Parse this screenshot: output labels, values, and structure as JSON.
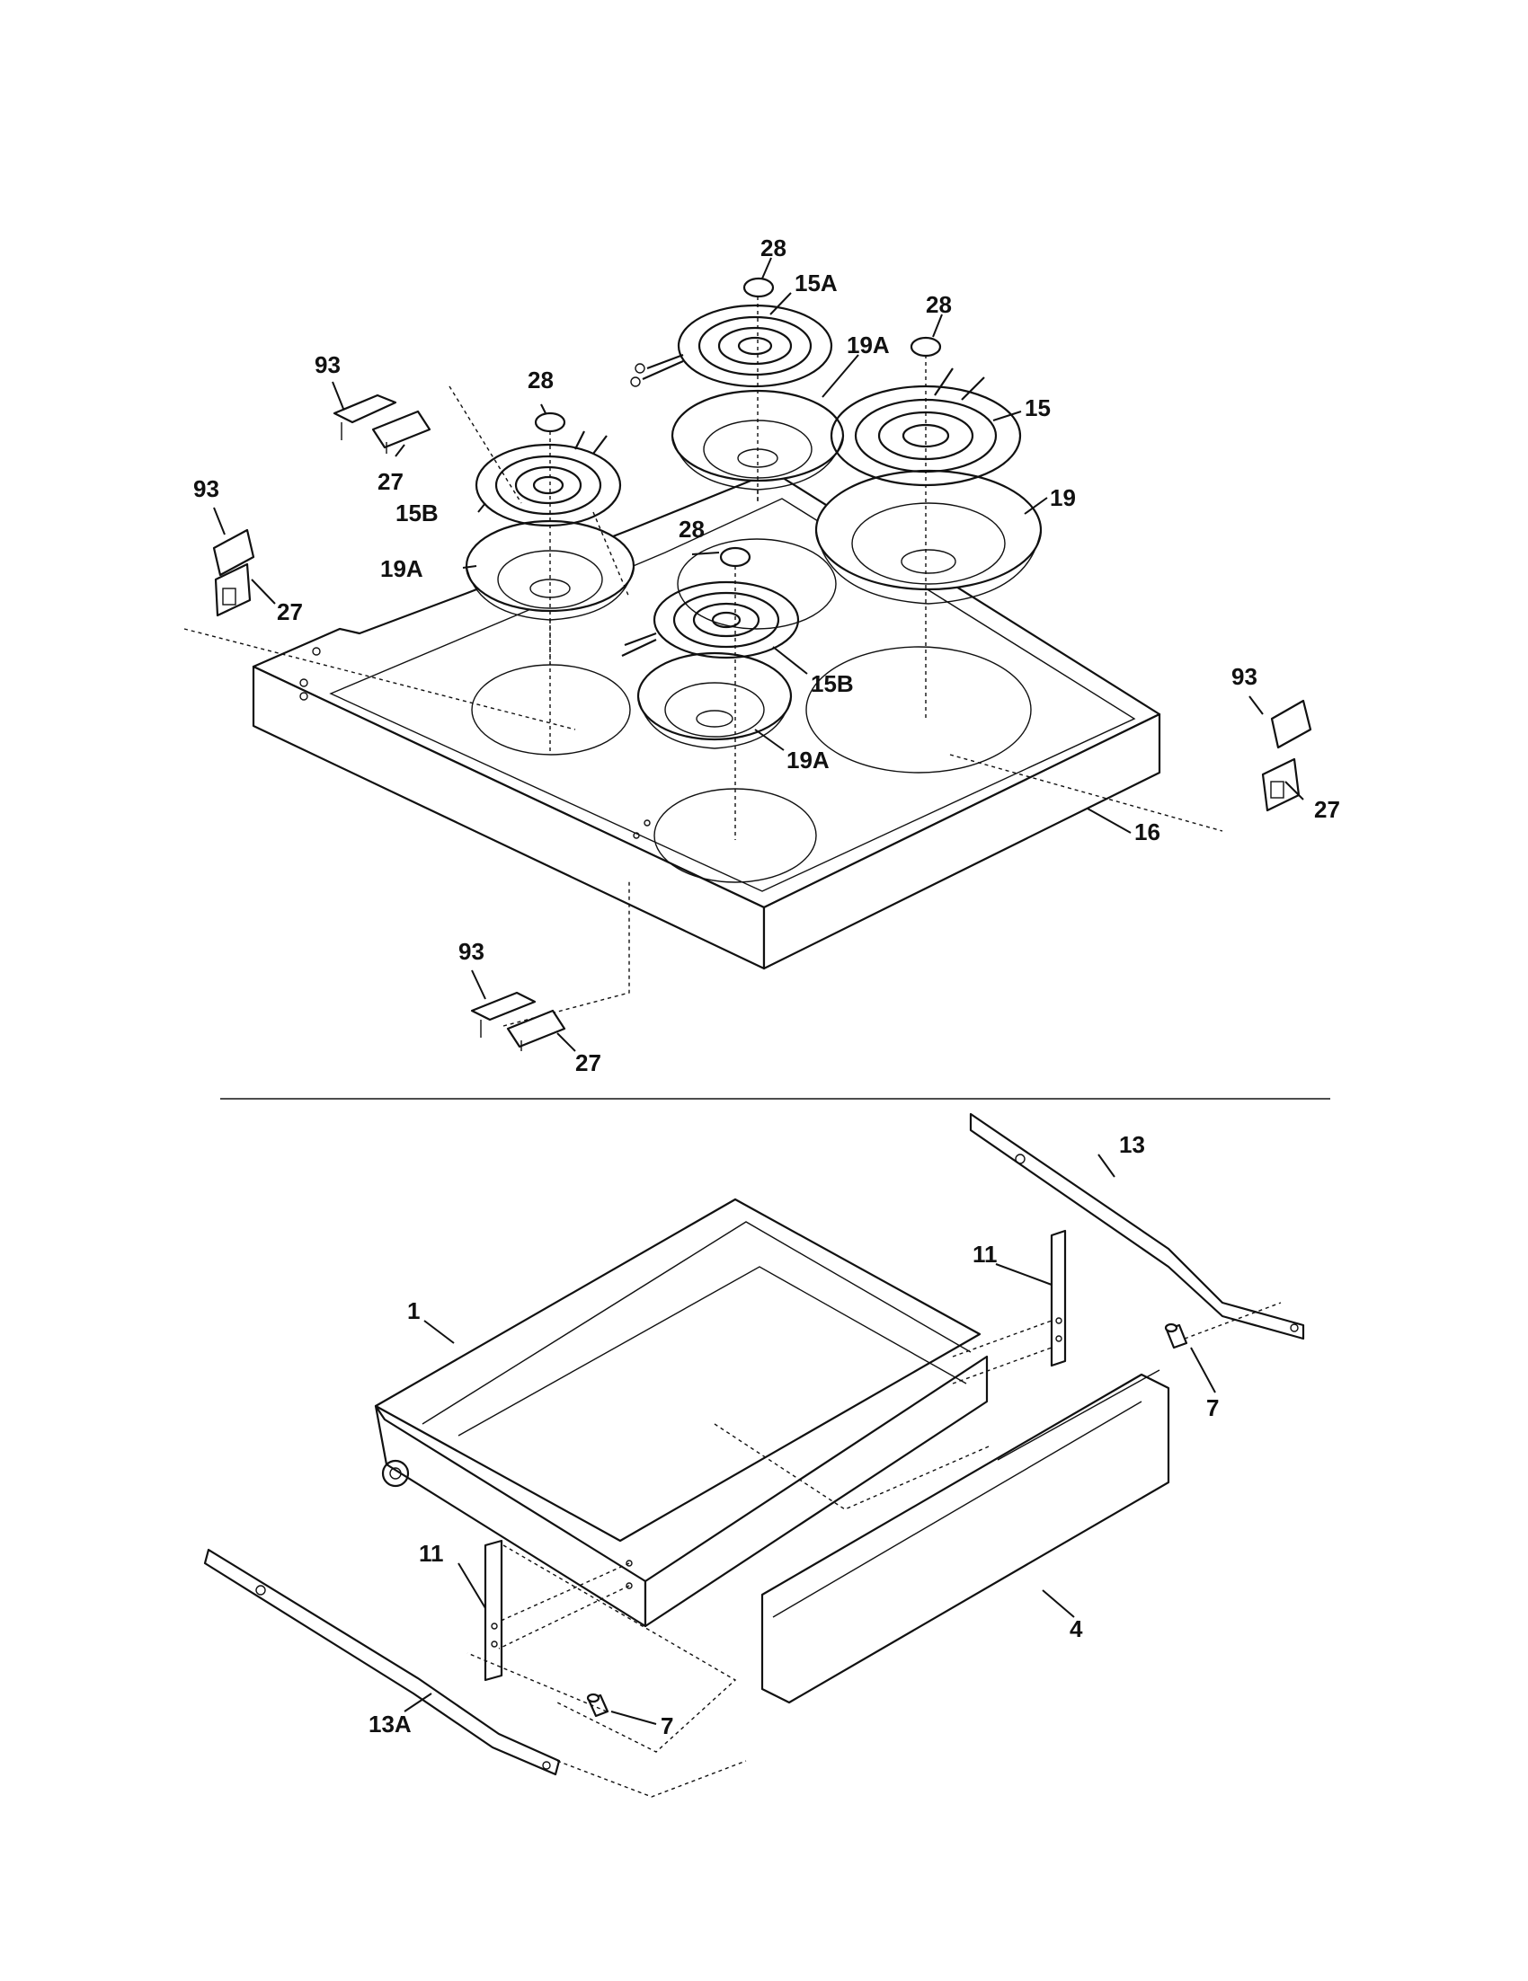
{
  "callouts": {
    "p28a": "28",
    "p15A": "15A",
    "p28b": "28",
    "p19Atop": "19A",
    "p15": "15",
    "p93a": "93",
    "p28c": "28",
    "p27a": "27",
    "p15Bleft": "15B",
    "p19": "19",
    "p93b": "93",
    "p28d": "28",
    "p19Aleft": "19A",
    "p27b": "27",
    "p15Bfront": "15B",
    "p93c": "93",
    "p19Afront": "19A",
    "p27c": "27",
    "p16": "16",
    "p93d": "93",
    "p27d": "27",
    "p13": "13",
    "p11a": "11",
    "p1": "1",
    "p7a": "7",
    "p11b": "11",
    "p4": "4",
    "p7b": "7",
    "p13A": "13A"
  },
  "colors": {
    "line": "#111111",
    "background": "#ffffff"
  }
}
